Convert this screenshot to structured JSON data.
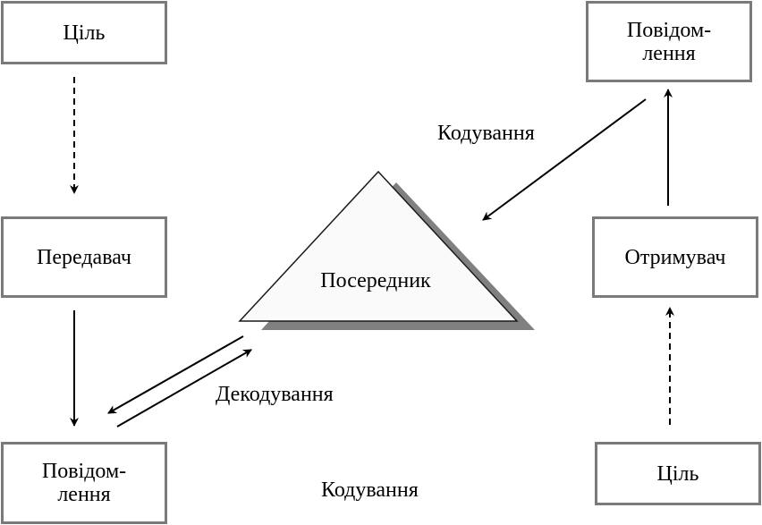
{
  "diagram": {
    "sender_side": {
      "goal": "Ціль",
      "transmitter": "Передавач",
      "message": "Повідом-\nлення"
    },
    "receiver_side": {
      "message": "Повідом-\nлення",
      "receiver": "Отримувач",
      "goal": "Ціль"
    },
    "mediator": "Посередник",
    "edge_labels": {
      "encoding_top": "Кодування",
      "decoding": "Декодування",
      "encoding_bottom": "Кодування"
    },
    "colors": {
      "box_border": "#7a7a7a",
      "triangle_shadow": "#808080",
      "triangle_fill": "#fafafa",
      "arrow": "#000000"
    }
  }
}
